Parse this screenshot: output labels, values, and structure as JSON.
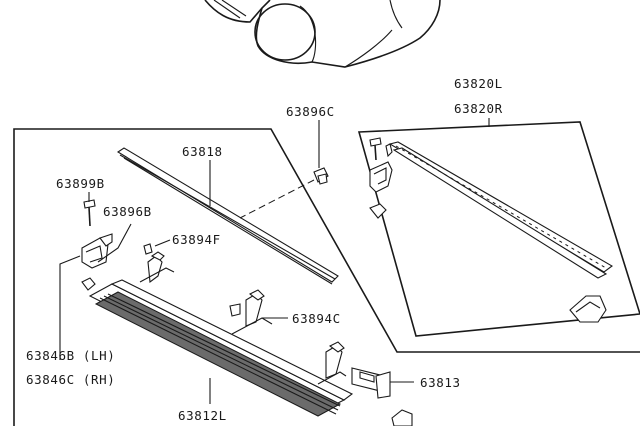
{
  "diagram": {
    "parts": {
      "p63820L": "63820L",
      "p63820R": "63820R",
      "p63896C": "63896C",
      "p63818": "63818",
      "p63899B": "63899B",
      "p63896B": "63896B",
      "p63894F": "63894F",
      "p63894C": "63894C",
      "p63846B": "63846B (LH)",
      "p63846C": "63846C (RH)",
      "p63813": "63813",
      "p63812L": "63812L"
    }
  }
}
